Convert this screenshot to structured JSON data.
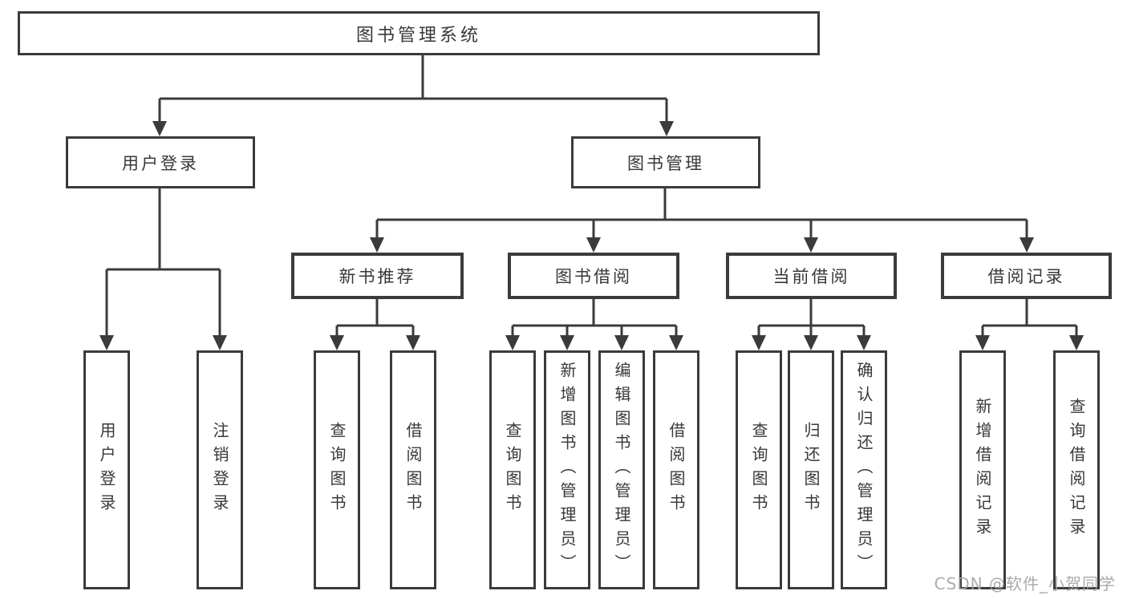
{
  "diagram": {
    "root": "图书管理系统",
    "branches": [
      "用户登录",
      "图书管理"
    ],
    "modules": [
      "新书推荐",
      "图书借阅",
      "当前借阅",
      "借阅记录"
    ],
    "functions": [
      "用户登录",
      "注销登录",
      "查询图书",
      "借阅图书",
      "查询图书",
      "新增图书（管理员）",
      "编辑图书（管理员）",
      "借阅图书",
      "查询图书",
      "归还图书",
      "确认归还（管理员）",
      "新增借阅记录",
      "查询借阅记录"
    ]
  },
  "watermark": {
    "text": "CSDN @软件_小贺同学"
  },
  "colors": {
    "line": "#3b3b3b",
    "text": "#383838",
    "watermark": "#a4a4a4",
    "background": "#ffffff"
  }
}
